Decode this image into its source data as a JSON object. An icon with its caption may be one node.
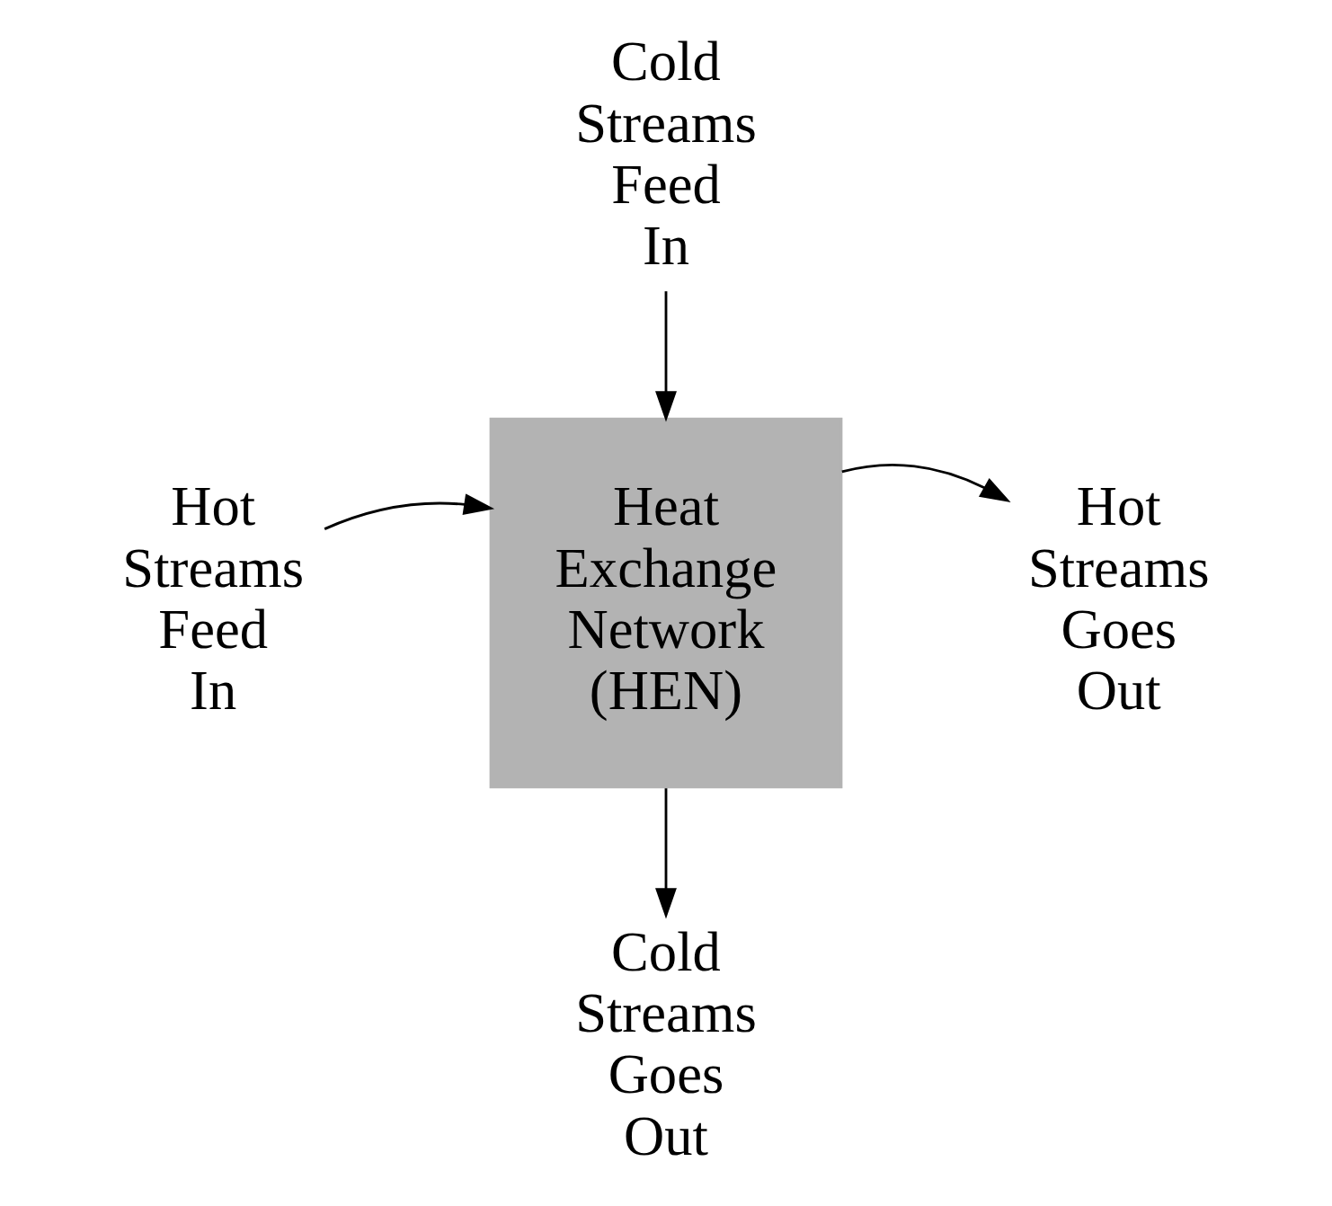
{
  "diagram": {
    "nodes": [
      {
        "text": [
          "Heat Exchange Network (HEN)"
        ]
      },
      {
        "text": [
          "Cold Streams Feed In"
        ]
      },
      {
        "text": [
          "Hot Streams Feed In"
        ]
      },
      {
        "text": [
          "Hot Streams Goes Out"
        ]
      },
      {
        "text": [
          "Cold Streams Goes Out"
        ]
      }
    ],
    "edges": [
      {
        "from": 1,
        "to": 0,
        "arrow": "to"
      },
      {
        "from": 2,
        "to": 0,
        "arrow": "to"
      },
      {
        "from": 0,
        "to": 3,
        "arrow": "to"
      },
      {
        "from": 0,
        "to": 4,
        "arrow": "to"
      }
    ]
  }
}
